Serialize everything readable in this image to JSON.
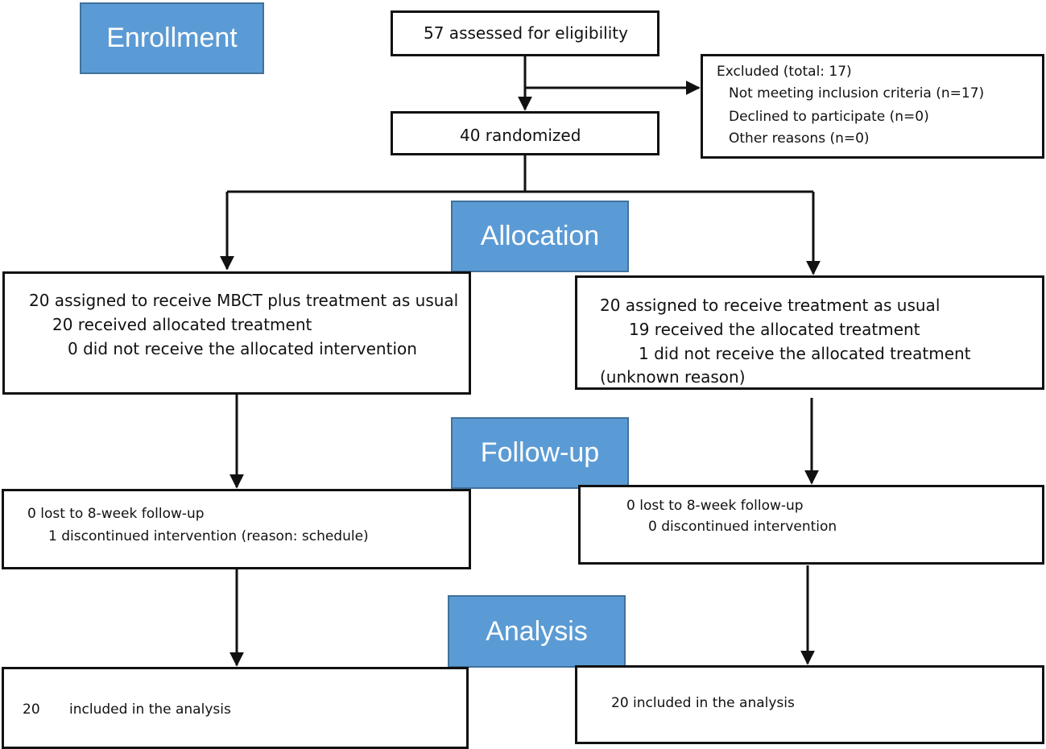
{
  "stages": {
    "enrollment": "Enrollment",
    "allocation": "Allocation",
    "followup": "Follow-up",
    "analysis": "Analysis"
  },
  "assessed": "57 assessed for eligibility",
  "excluded": {
    "title": "Excluded  (total: 17)",
    "lines": [
      "Not meeting inclusion criteria (n=17)",
      "Declined to participate (n=0)",
      "Other reasons (n=0)"
    ]
  },
  "randomized": "40 randomized",
  "allocation_left": [
    "20 assigned to receive MBCT plus treatment as usual",
    "20 received allocated treatment",
    "0 did not receive the allocated intervention"
  ],
  "allocation_right": [
    "20 assigned to receive treatment as usual",
    "19 received the allocated treatment",
    "1 did not receive the allocated treatment",
    "(unknown reason)"
  ],
  "followup_left": [
    "0  lost to 8-week follow-up",
    "1  discontinued intervention (reason: schedule)"
  ],
  "followup_right": [
    "0  lost to 8-week follow-up",
    "0  discontinued intervention"
  ],
  "analysis_left": {
    "count": "20",
    "text": "included in the analysis"
  },
  "analysis_right": "20  included in the analysis",
  "colors": {
    "stage_fill": "#5b9bd5",
    "stage_border": "#41719c",
    "line": "#111111"
  }
}
